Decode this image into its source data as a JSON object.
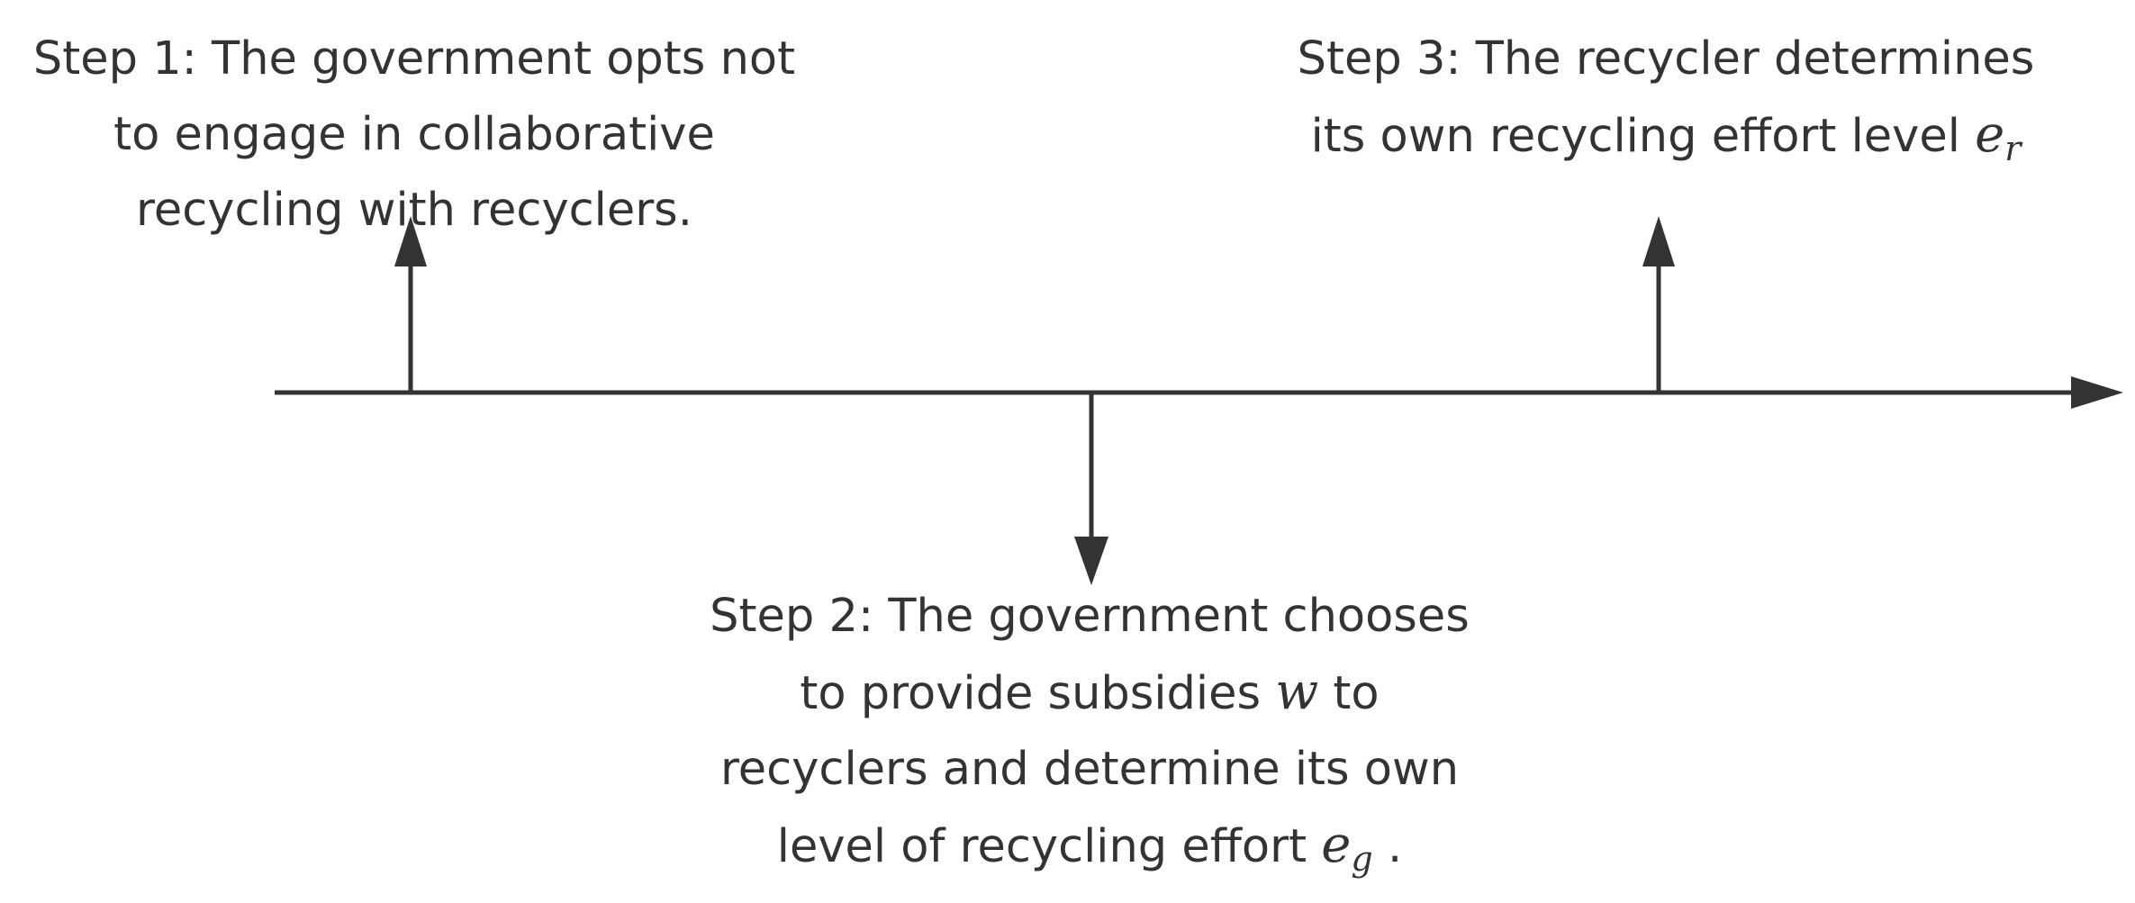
{
  "diagram": {
    "step1": {
      "lines": [
        "Step 1: The government opts not",
        "to engage in collaborative",
        "recycling with recyclers."
      ]
    },
    "step2": {
      "line1": "Step 2: The government chooses",
      "line2_prefix": "to provide subsidies ",
      "line2_var": "w",
      "line2_suffix": " to",
      "line3": "recyclers and determine its own",
      "line4_prefix": "level of recycling effort ",
      "line4_var": "e",
      "line4_sub": "g",
      "line4_suffix": " ."
    },
    "step3": {
      "line1": "Step 3: The recycler determines",
      "line2_prefix": "its own recycling effort level ",
      "line2_var": "e",
      "line2_sub": "r"
    },
    "colors": {
      "stroke": "#333333",
      "text": "#333333"
    }
  }
}
